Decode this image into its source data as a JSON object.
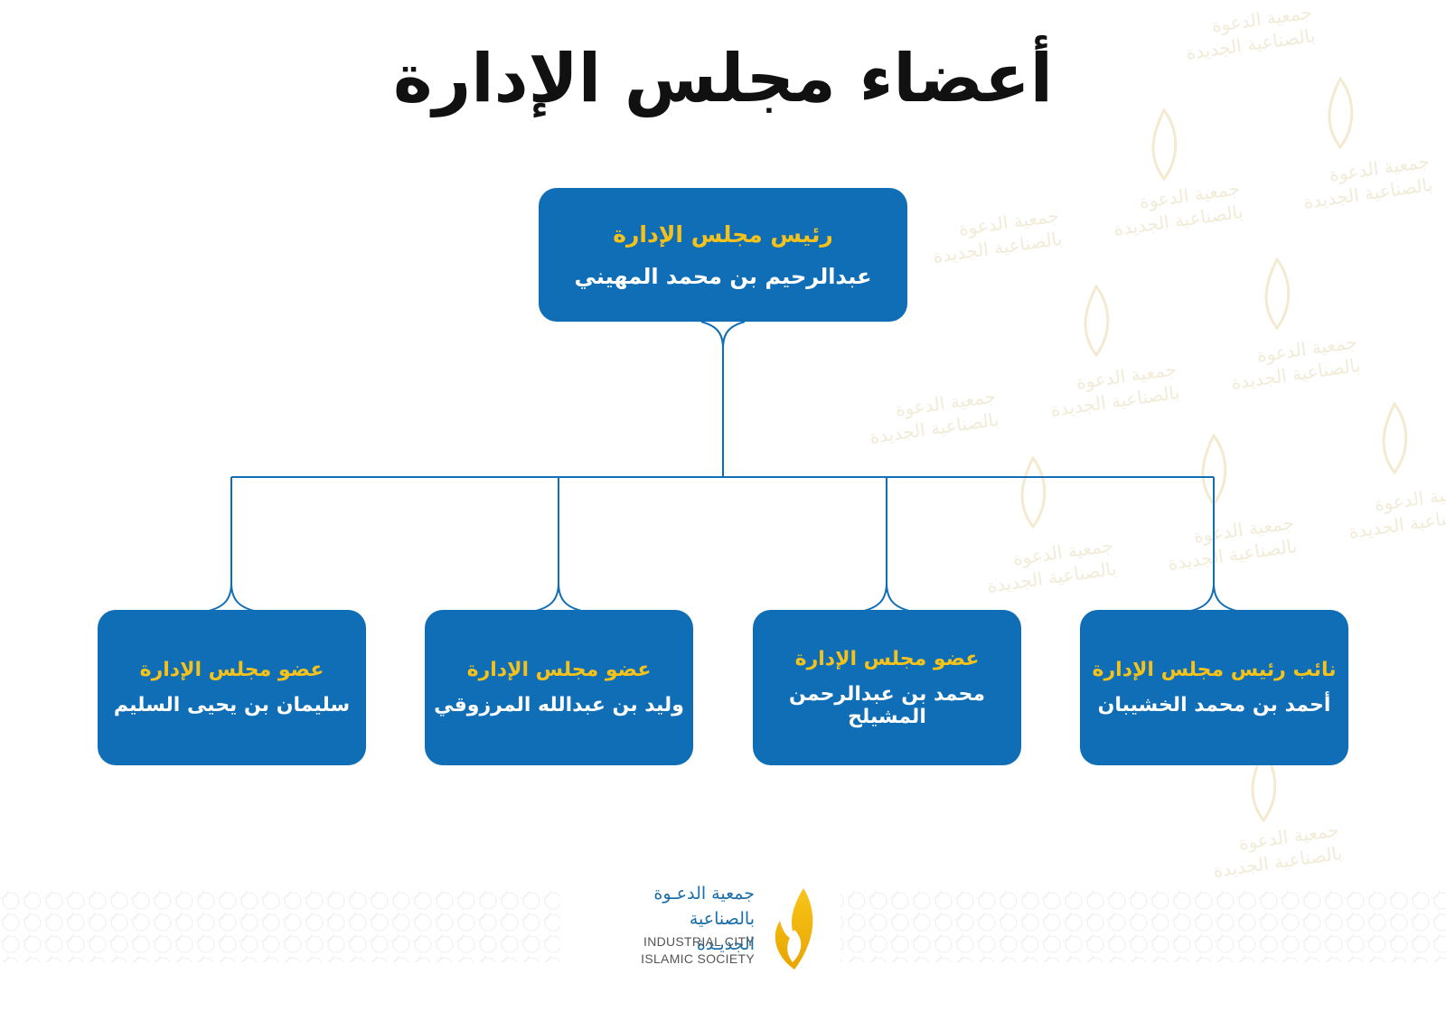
{
  "title": "أعضاء مجلس الإدارة",
  "chairman": {
    "role": "رئيس مجلس الإدارة",
    "name": "عبدالرحيم بن محمد المهيني"
  },
  "members": [
    {
      "role": "نائب رئيس مجلس الإدارة",
      "name": "أحمد بن محمد الخشيبان"
    },
    {
      "role": "عضو مجلس الإدارة",
      "name": "محمد بن عبدالرحمن المشيلح"
    },
    {
      "role": "عضو مجلس الإدارة",
      "name": "وليد بن عبدالله المرزوقي"
    },
    {
      "role": "عضو مجلس الإدارة",
      "name": "سليمان بن يحيى السليم"
    }
  ],
  "logo": {
    "arabic_line1": "جمعية الدعـوة",
    "arabic_line2": "بالصناعية الجديـدة",
    "english_line1": "INDUSTRIAL CITY",
    "english_line2": "ISLAMIC SOCIETY",
    "icon": "flame-icon"
  },
  "colors": {
    "box": "#0f6eb5",
    "role_text": "#f5c21b",
    "name_text": "#ffffff",
    "connector": "#0f6eb5",
    "flame": "#f2b705"
  }
}
